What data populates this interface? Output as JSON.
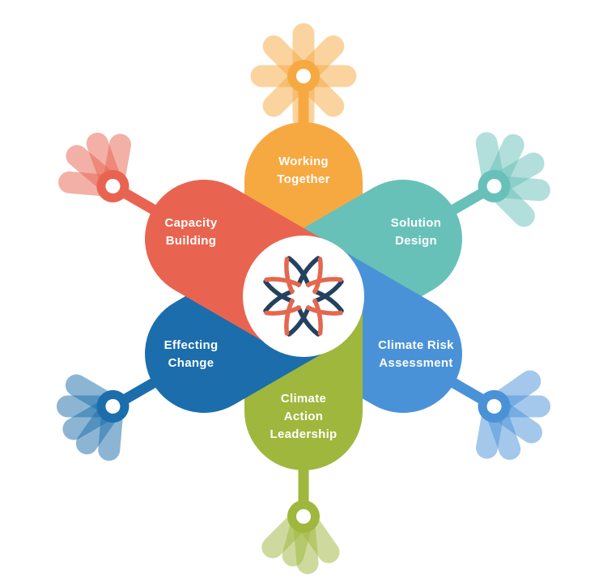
{
  "diagram": {
    "title": "climate services flower diagram",
    "background_color": "#ffffff",
    "label_text_color": "#ffffff",
    "center_logo": {
      "navy_color": "#24415E",
      "coral_color": "#E4674F"
    },
    "petals": [
      {
        "name": "working-together",
        "label_lines": [
          "Working",
          "Together"
        ],
        "color": "#F7A941"
      },
      {
        "name": "solution-design",
        "label_lines": [
          "Solution",
          "Design"
        ],
        "color": "#67C1B9"
      },
      {
        "name": "climate-risk-assessment",
        "label_lines": [
          "Climate Risk",
          "Assessment"
        ],
        "color": "#4A92D8"
      },
      {
        "name": "climate-action-leadership",
        "label_lines": [
          "Climate",
          "Action",
          "Leadership"
        ],
        "color": "#9FB73D"
      },
      {
        "name": "effecting-change",
        "label_lines": [
          "Effecting",
          "Change"
        ],
        "color": "#1B6EAB"
      },
      {
        "name": "capacity-building",
        "label_lines": [
          "Capacity",
          "Building"
        ],
        "color": "#E96450"
      }
    ]
  }
}
